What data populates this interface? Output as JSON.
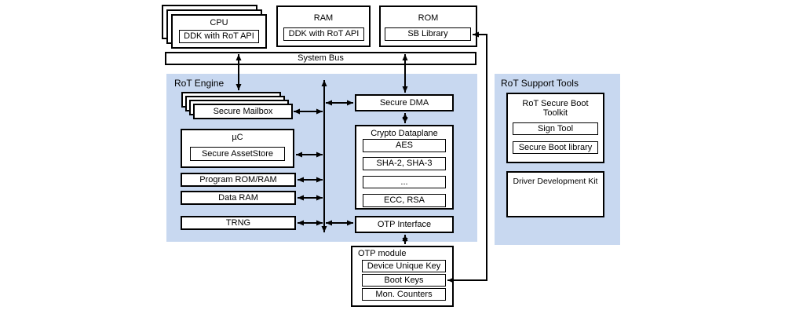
{
  "top_row": {
    "cpu": {
      "title": "CPU",
      "inner": "DDK with RoT API"
    },
    "ram": {
      "title": "RAM",
      "inner": "DDK with RoT API"
    },
    "rom": {
      "title": "ROM",
      "inner": "SB Library"
    }
  },
  "system_bus_label": "System Bus",
  "rot_engine": {
    "title": "RoT Engine",
    "secure_mailbox": "Secure Mailbox",
    "uc_title": "µC",
    "secure_assetstore": "Secure AssetStore",
    "program_rom_ram": "Program ROM/RAM",
    "data_ram": "Data RAM",
    "trng": "TRNG",
    "secure_dma": "Secure DMA",
    "crypto_dataplane": {
      "title": "Crypto Dataplane",
      "items": [
        "AES",
        "SHA-2, SHA-3",
        "...",
        "ECC, RSA"
      ]
    },
    "otp_interface": "OTP Interface"
  },
  "otp_module": {
    "title": "OTP module",
    "items": [
      "Device Unique Key",
      "Boot Keys",
      "Mon. Counters"
    ]
  },
  "rot_support_tools": {
    "title": "RoT Support Tools",
    "toolkit": {
      "title": "RoT Secure Boot Toolkit",
      "items": [
        "Sign Tool",
        "Secure Boot library"
      ]
    },
    "driver_development_kit": "Driver Development Kit"
  },
  "colors": {
    "panel_blue": "#c8d8f0",
    "line_black": "#000000",
    "box_white": "#ffffff"
  }
}
